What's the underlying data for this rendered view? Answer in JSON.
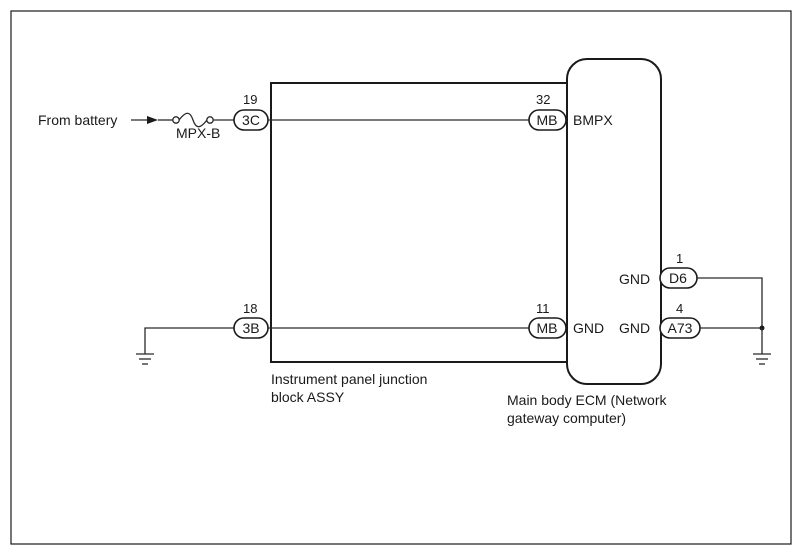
{
  "labels": {
    "from_battery": "From battery",
    "fuse": "MPX-B",
    "junction_block": [
      "Instrument panel junction",
      "block ASSY"
    ],
    "ecm": [
      "Main body ECM (Network",
      "gateway computer)"
    ]
  },
  "connectors": {
    "jb_top": {
      "pin": "19",
      "code": "3C"
    },
    "jb_bottom": {
      "pin": "18",
      "code": "3B"
    },
    "ecm_top": {
      "pin": "32",
      "code": "MB",
      "signal": "BMPX"
    },
    "ecm_bottom": {
      "pin": "11",
      "code": "MB",
      "signal": "GND"
    },
    "ecm_gnd1": {
      "pin": "1",
      "code": "D6",
      "signal": "GND"
    },
    "ecm_gnd2": {
      "pin": "4",
      "code": "A73",
      "signal": "GND"
    }
  }
}
